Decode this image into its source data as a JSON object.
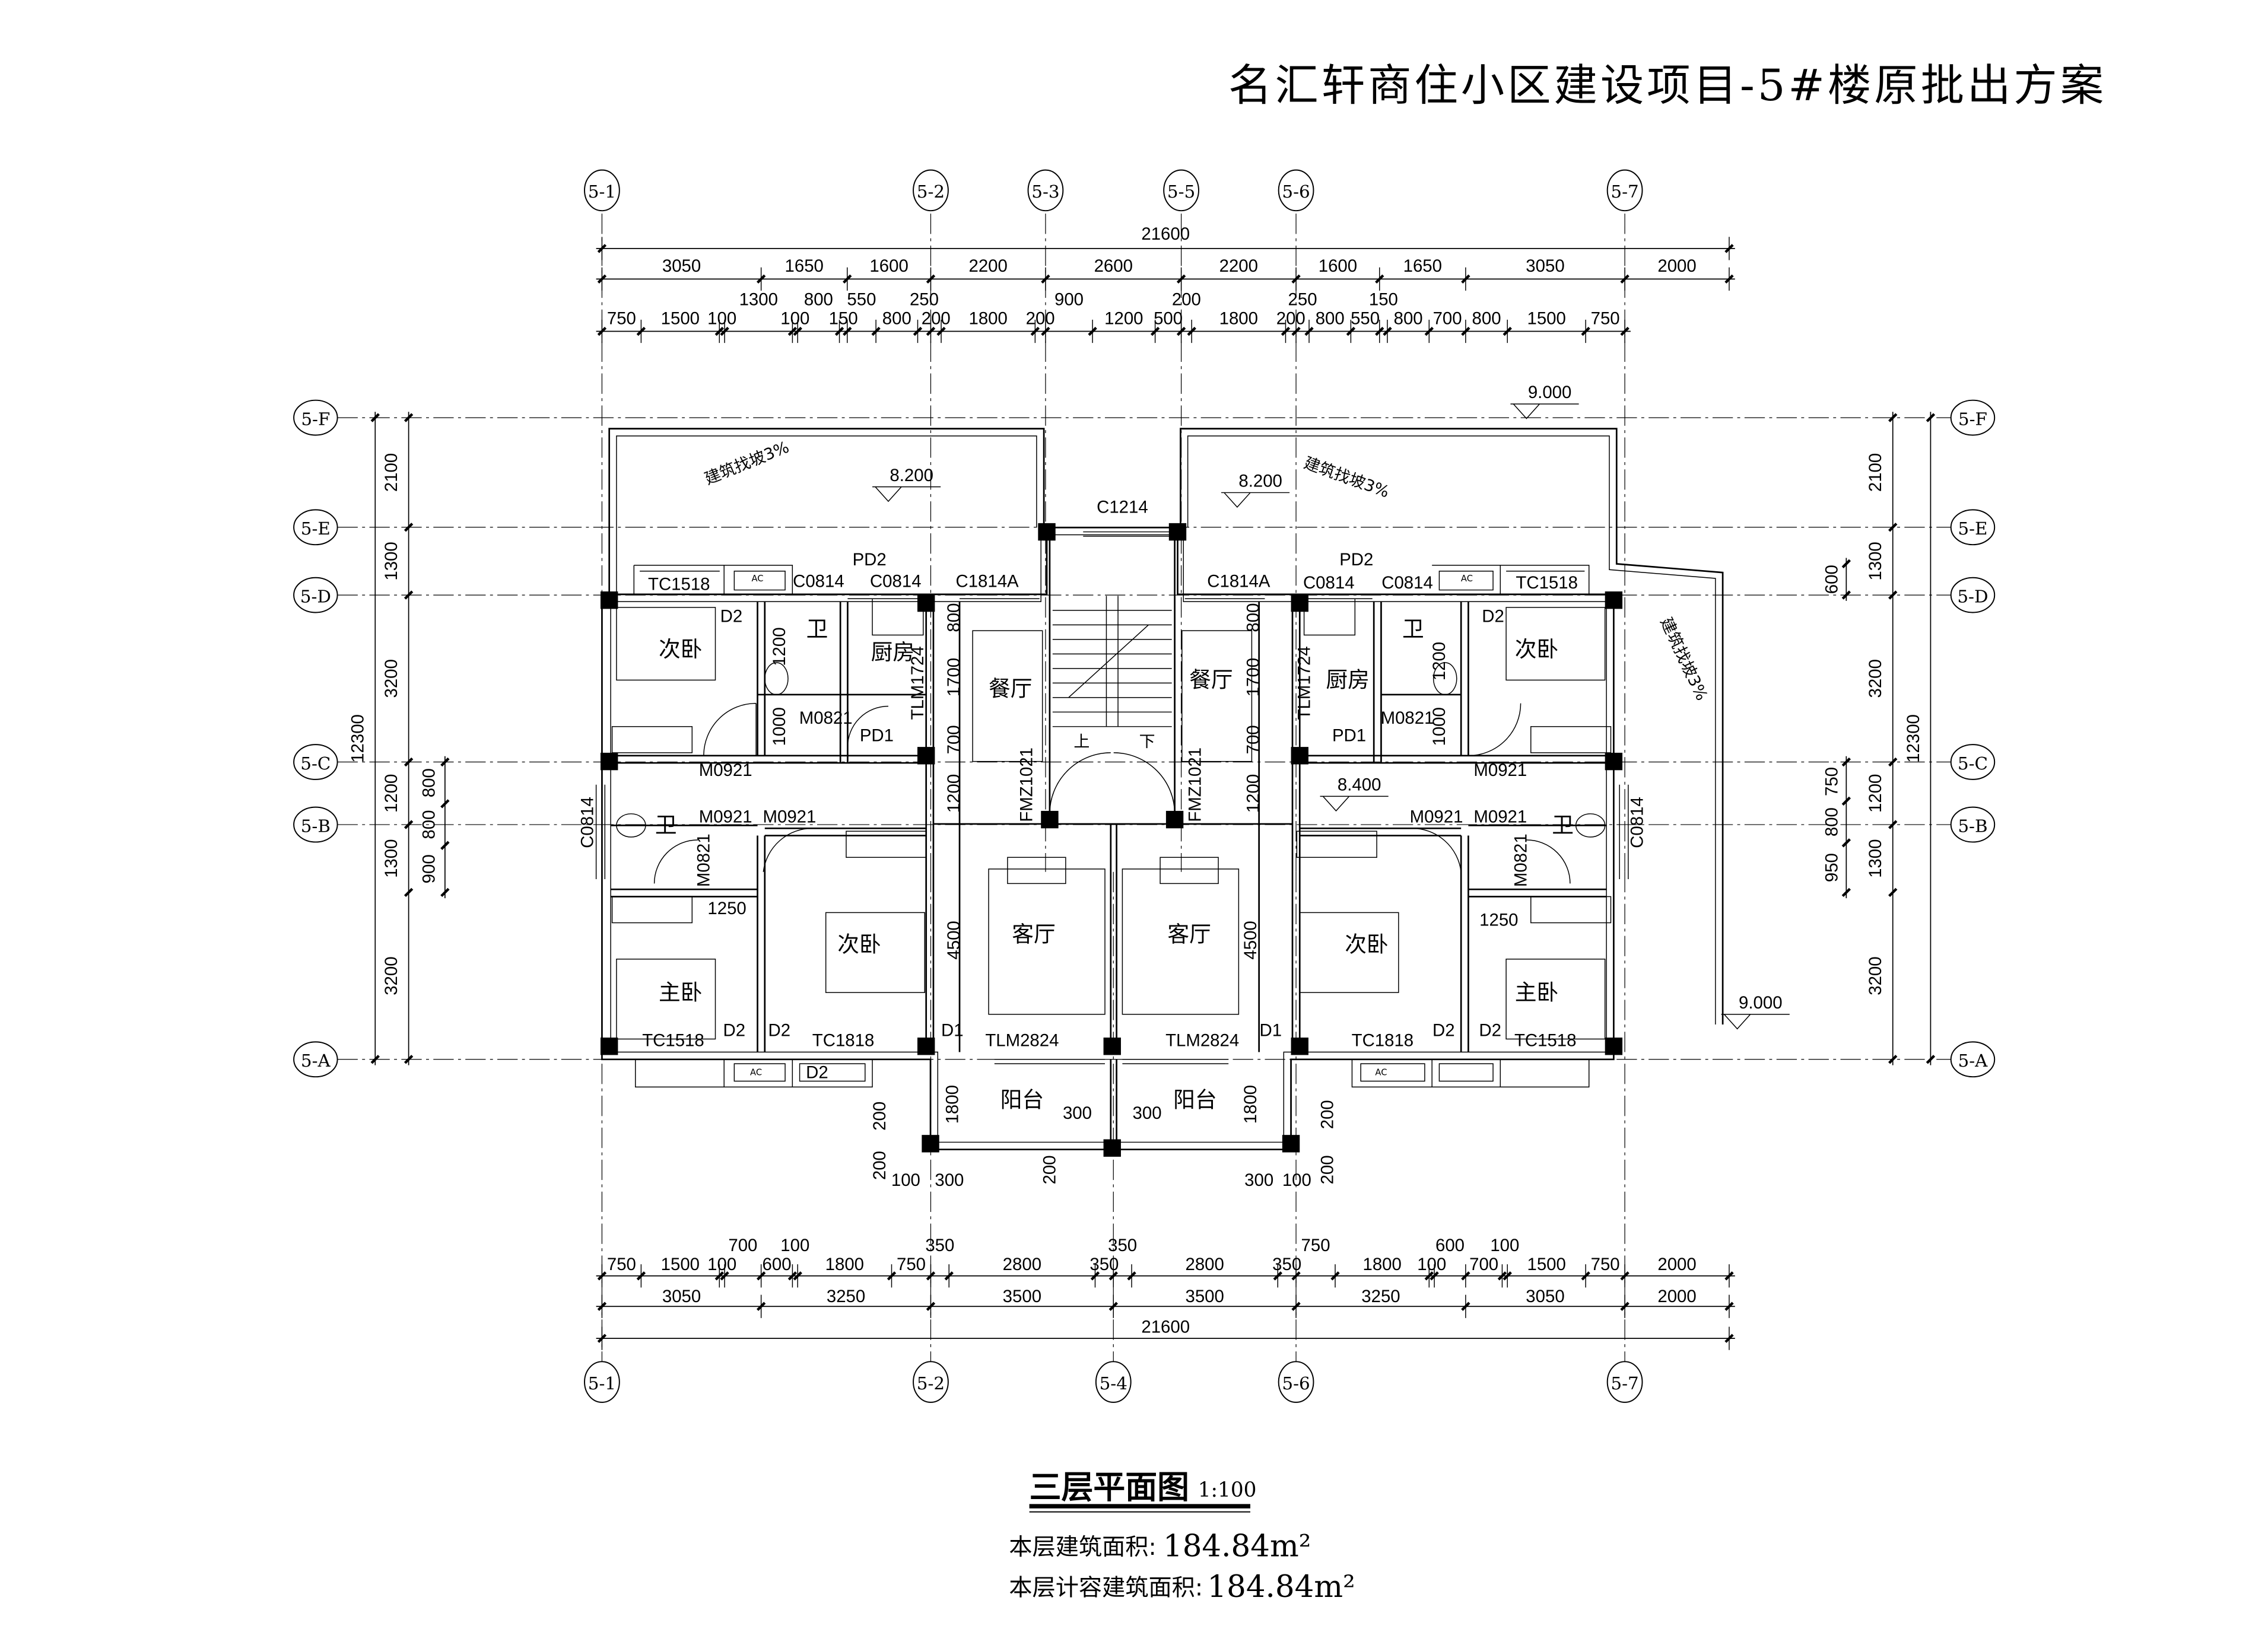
{
  "title": "名汇轩商住小区建设项目-5#楼原批出方案",
  "colors": {
    "title": "#e8141b",
    "line": "#000000"
  },
  "axes": {
    "top": [
      "5-1",
      "5-2",
      "5-3",
      "5-5",
      "5-6",
      "5-7"
    ],
    "bottom": [
      "5-1",
      "5-2",
      "5-4",
      "5-6",
      "5-7"
    ],
    "left": [
      "5-F",
      "5-E",
      "5-D",
      "5-C",
      "5-B",
      "5-A"
    ],
    "right": [
      "5-F",
      "5-E",
      "5-D",
      "5-C",
      "5-B",
      "5-A"
    ]
  },
  "dimensions": {
    "top_total": [
      "21600"
    ],
    "top_axes": [
      "3050",
      "1650",
      "1600",
      "2200",
      "2600",
      "2200",
      "1600",
      "1650",
      "3050",
      "2000"
    ],
    "top_detail": [
      "750",
      "1500",
      "100",
      "1300",
      "100",
      "800",
      "150",
      "550",
      "800",
      "250",
      "200",
      "1800",
      "200",
      "900",
      "1200",
      "500",
      "200",
      "1800",
      "200",
      "250",
      "800",
      "550",
      "150",
      "800",
      "700",
      "800",
      "1500",
      "750"
    ],
    "bottom_detail": [
      "750",
      "1500",
      "100",
      "700",
      "600",
      "100",
      "1800",
      "750",
      "350",
      "2800",
      "350",
      "350",
      "2800",
      "350",
      "750",
      "1800",
      "100",
      "600",
      "700",
      "100",
      "1500",
      "750",
      "2000"
    ],
    "bottom_axes": [
      "3050",
      "3250",
      "3500",
      "3500",
      "3250",
      "3050",
      "2000"
    ],
    "bottom_total": [
      "21600"
    ],
    "left_total": [
      "12300"
    ],
    "left_axes": [
      "3200",
      "1300",
      "1200",
      "3200",
      "1300",
      "2100"
    ],
    "left_detail": [
      "900",
      "800",
      "800"
    ],
    "right_total": [
      "12300"
    ],
    "right_axes": [
      "3200",
      "1300",
      "1200",
      "3200",
      "1300",
      "2100"
    ],
    "right_detail": [
      "950",
      "800",
      "750"
    ],
    "right_extra": [
      "600"
    ]
  },
  "rooms": [
    "次卧",
    "卫",
    "厨房",
    "餐厅",
    "卫",
    "次卧",
    "主卧",
    "客厅",
    "客厅",
    "餐厅",
    "厨房",
    "卫",
    "次卧",
    "卫",
    "次卧",
    "主卧",
    "阳台",
    "阳台"
  ],
  "openings": [
    "TC1518",
    "C0814",
    "C0814",
    "C1814A",
    "C1214",
    "C1814A",
    "C0814",
    "C0814",
    "TC1518",
    "PD2",
    "PD2",
    "D2",
    "D2",
    "M0821",
    "PD1",
    "PD1",
    "M0821",
    "M0921",
    "M0921",
    "M0921",
    "M0921",
    "M0921",
    "M0921",
    "TC1518",
    "TC1818",
    "TLM2824",
    "TLM2824",
    "TC1818",
    "TC1518",
    "D2",
    "D2",
    "D2",
    "D2",
    "D2",
    "D1",
    "D1"
  ],
  "openings_vertical": [
    "M0821",
    "M0821",
    "C0814",
    "C0814",
    "TLM1724",
    "TLM1724",
    "FMZ1021",
    "FMZ1021"
  ],
  "inner_dims": [
    "1250",
    "1250",
    "300",
    "300",
    "100",
    "300",
    "300",
    "100"
  ],
  "inner_dims_vertical": [
    "1800",
    "1800",
    "4500",
    "4500",
    "800",
    "1700",
    "700",
    "1200",
    "800",
    "1700",
    "700",
    "1200",
    "1200",
    "1000",
    "1200",
    "1000",
    "200",
    "200",
    "200",
    "200",
    "200"
  ],
  "elevations": [
    "8.200",
    "8.200",
    "9.000",
    "8.400",
    "9.000"
  ],
  "slope_notes": [
    "建筑找坡3%",
    "建筑找坡3%",
    "建筑找坡3%"
  ],
  "stair": [
    "上",
    "下"
  ],
  "equipment_label": "AC",
  "drawing_title": "三层平面图",
  "scale": "1:100",
  "areas": [
    {
      "label": "本层建筑面积:",
      "value": "184.84m²"
    },
    {
      "label": "本层计容建筑面积:",
      "value": "184.84m²"
    }
  ]
}
